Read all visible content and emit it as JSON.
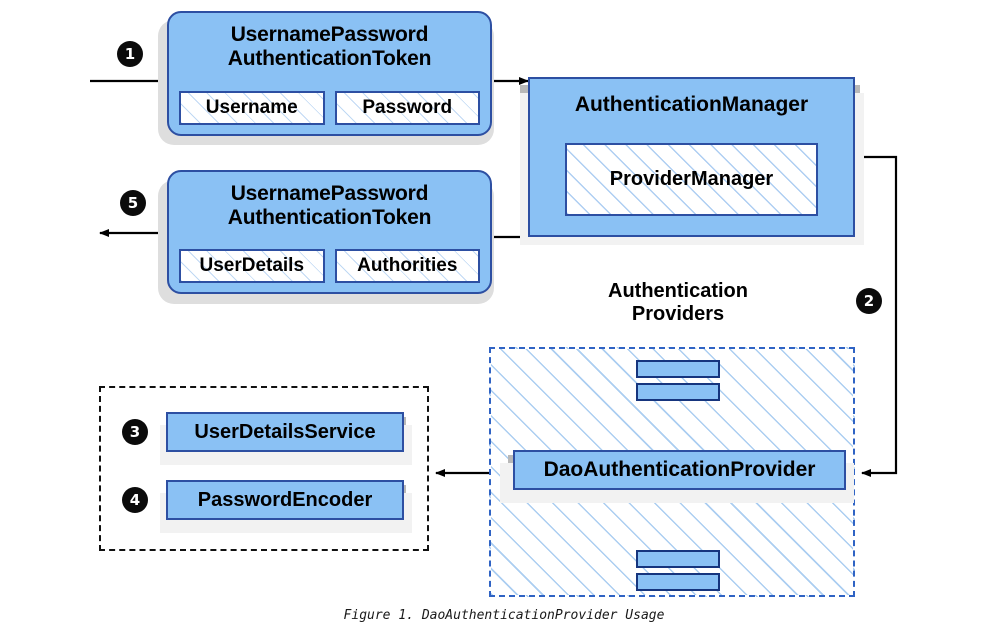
{
  "figure": {
    "caption": "Figure 1. DaoAuthenticationProvider Usage"
  },
  "nodes": {
    "request_token": {
      "title": "UsernamePassword\nAuthenticationToken",
      "fields": [
        "Username",
        "Password"
      ]
    },
    "response_token": {
      "title": "UsernamePassword\nAuthenticationToken",
      "fields": [
        "UserDetails",
        "Authorities"
      ]
    },
    "authentication_manager": {
      "title": "AuthenticationManager",
      "inner": "ProviderManager"
    },
    "providers_region": {
      "title": "Authentication\nProviders",
      "provider": "DaoAuthenticationProvider"
    },
    "dependencies": {
      "items": [
        "UserDetailsService",
        "PasswordEncoder"
      ]
    }
  },
  "badges": [
    {
      "number": "❶",
      "label": "1"
    },
    {
      "number": "❷",
      "label": "2"
    },
    {
      "number": "❸",
      "label": "3"
    },
    {
      "number": "❹",
      "label": "4"
    },
    {
      "number": "❺",
      "label": "5"
    }
  ],
  "colors": {
    "node_fill": "#8ac1f4",
    "node_border": "#2d4fa2",
    "bar_border": "#16357e",
    "region_dash": "#2f63c4",
    "group_dash": "#111111",
    "shadow": "#b8b8b8",
    "wire": "#000000",
    "badge_fill": "#0b0b0b",
    "background": "#ffffff"
  }
}
